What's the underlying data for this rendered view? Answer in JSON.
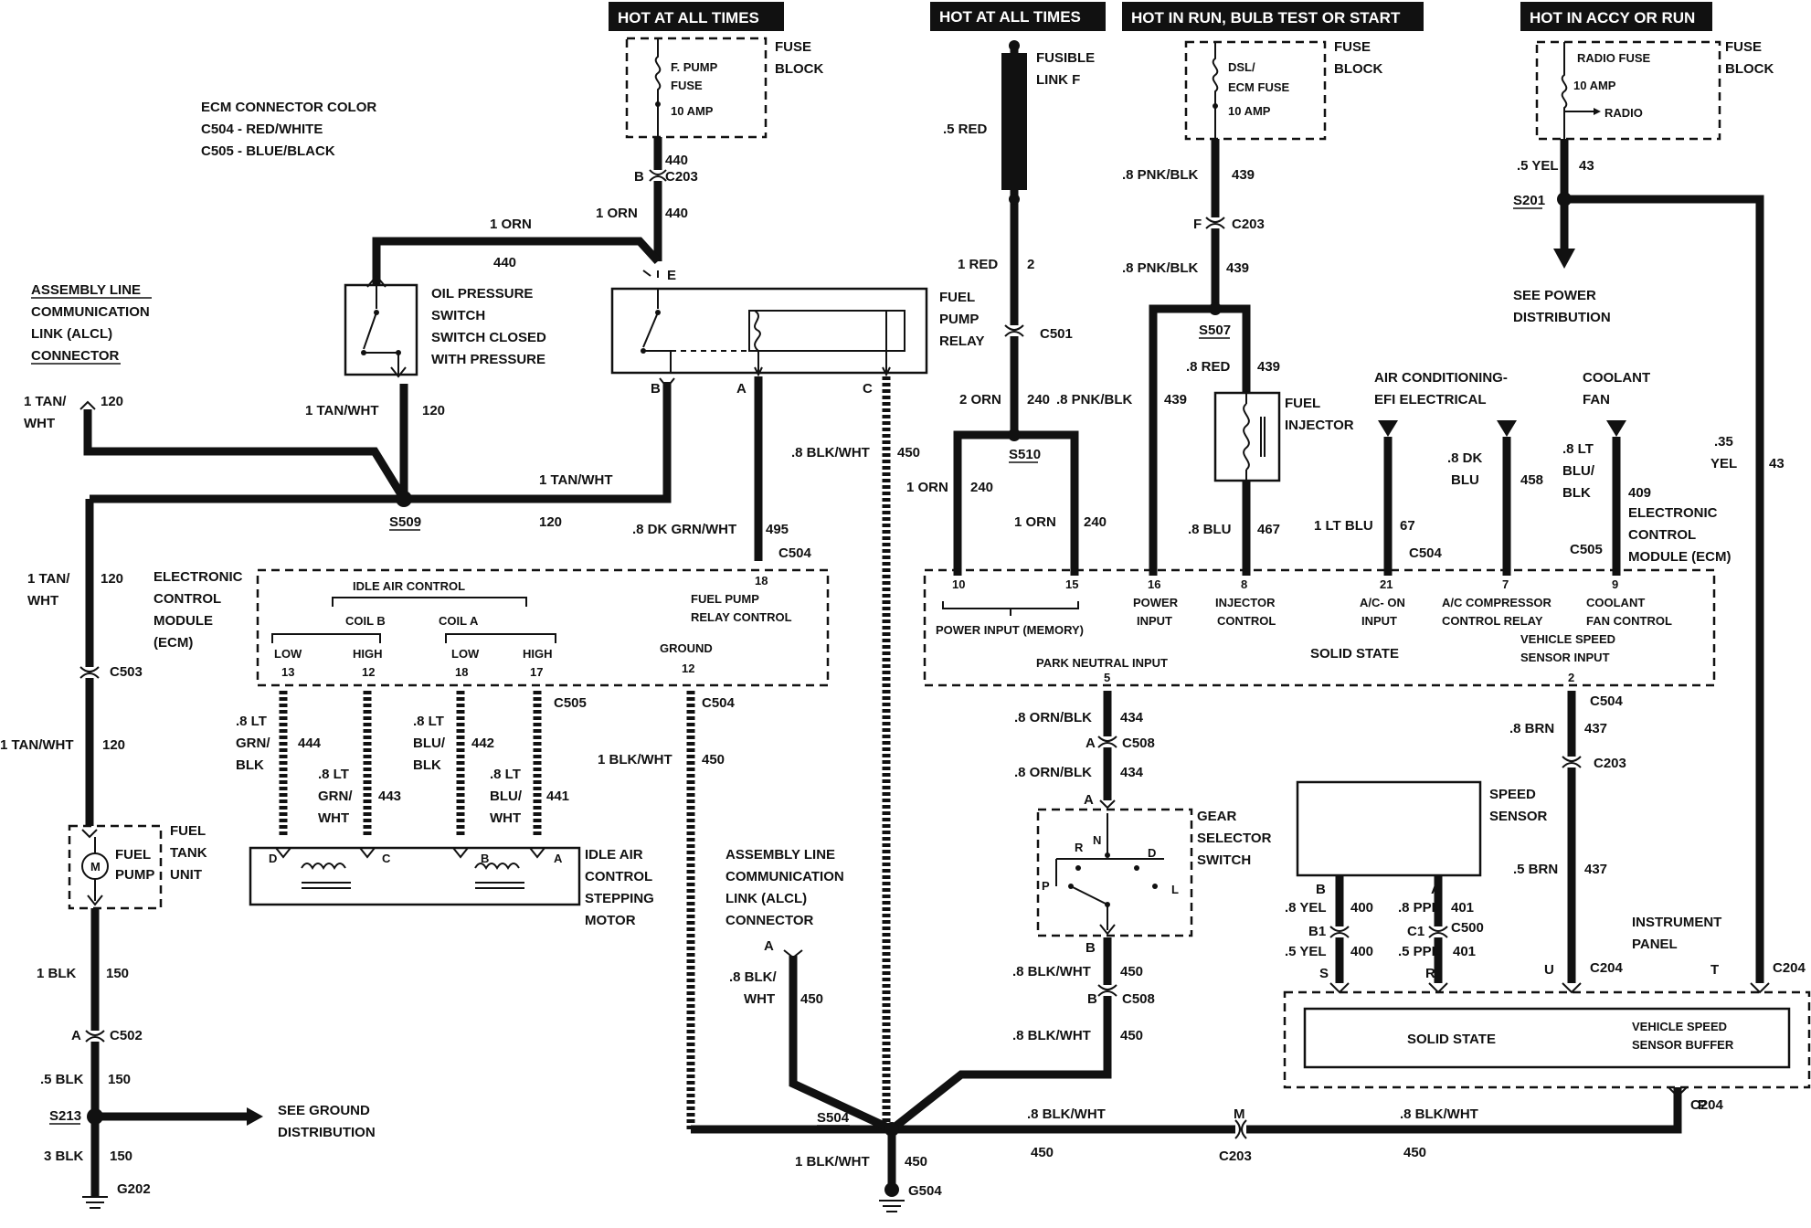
{
  "headers": {
    "hot_all_times": "HOT AT ALL TIMES",
    "hot_all_times_2": "HOT AT ALL TIMES",
    "hot_run_bulb": "HOT IN RUN,  BULB TEST OR START",
    "hot_accy_run": "HOT IN ACCY OR RUN"
  },
  "ecm_color": {
    "title": "ECM CONNECTOR COLOR",
    "c504": "C504 - RED/WHITE",
    "c505": "C505 - BLUE/BLACK"
  },
  "fuse_block": {
    "label1": "FUSE",
    "label2": "BLOCK",
    "fpump_fuse_1": "F. PUMP",
    "fpump_fuse_2": "FUSE",
    "fpump_amp": "10  AMP",
    "dsl_1": "DSL/",
    "dsl_2": "ECM FUSE",
    "dsl_amp": "10 AMP",
    "radio_fuse": "RADIO FUSE",
    "radio_amp": "10 AMP",
    "radio_out": "RADIO"
  },
  "fusible_link": {
    "l1": "FUSIBLE",
    "l2": "LINK F",
    "wire": ".5 RED"
  },
  "components": {
    "alcl_top": [
      "ASSEMBLY LINE",
      "COMMUNICATION",
      "LINK (ALCL)",
      "CONNECTOR"
    ],
    "alcl_bottom": [
      "ASSEMBLY LINE",
      "COMMUNICATION",
      "LINK (ALCL)",
      "CONNECTOR"
    ],
    "oil_pressure": [
      "OIL PRESSURE",
      "SWITCH",
      "SWITCH CLOSED",
      "WITH PRESSURE"
    ],
    "fuel_pump_relay": [
      "FUEL",
      "PUMP",
      "RELAY"
    ],
    "fuel_injector": [
      "FUEL",
      "INJECTOR"
    ],
    "ac_efi": [
      "AIR CONDITIONING-",
      "EFI ELECTRICAL"
    ],
    "coolant_fan": [
      "COOLANT",
      "FAN"
    ],
    "ecm_left": [
      "ELECTRONIC",
      "CONTROL",
      "MODULE",
      "(ECM)"
    ],
    "ecm_right": [
      "ELECTRONIC",
      "CONTROL",
      "MODULE (ECM)"
    ],
    "fuel_tank_unit": [
      "FUEL",
      "TANK",
      "UNIT"
    ],
    "fuel_pump": [
      "FUEL",
      "PUMP"
    ],
    "iac_motor": [
      "IDLE AIR",
      "CONTROL",
      "STEPPING",
      "MOTOR"
    ],
    "gear_selector": [
      "GEAR",
      "SELECTOR",
      "SWITCH"
    ],
    "speed_sensor": [
      "SPEED",
      "SENSOR"
    ],
    "instrument_panel": [
      "INSTRUMENT",
      "PANEL"
    ],
    "see_power": [
      "SEE POWER",
      "DISTRIBUTION"
    ],
    "see_ground": [
      "SEE GROUND",
      "DISTRIBUTION"
    ]
  },
  "ecm_left_box": {
    "iac": "IDLE AIR CONTROL",
    "coil_b": "COIL B",
    "coil_a": "COIL  A",
    "low": "LOW",
    "high": "HIGH",
    "pins": [
      "13",
      "12",
      "18",
      "17"
    ],
    "relay_control": [
      "FUEL PUMP",
      "RELAY CONTROL"
    ],
    "relay_pin": "18",
    "ground": "GROUND",
    "ground_pin": "12"
  },
  "ecm_right_box": {
    "pins": [
      "10",
      "15",
      "16",
      "8",
      "21",
      "7",
      "9"
    ],
    "power_memory": "POWER INPUT (MEMORY)",
    "power_input": [
      "POWER",
      "INPUT"
    ],
    "injector_control": [
      "INJECTOR",
      "CONTROL"
    ],
    "ac_on": [
      "A/C- ON",
      "INPUT"
    ],
    "ac_comp": [
      "A/C COMPRESSOR",
      "CONTROL RELAY"
    ],
    "coolant_fan_ctrl": [
      "COOLANT",
      "FAN CONTROL"
    ],
    "vss": [
      "VEHICLE SPEED",
      "SENSOR INPUT"
    ],
    "park_neutral": "PARK NEUTRAL INPUT",
    "park_pin": "5",
    "vss_pin": "2",
    "solid_state": "SOLID STATE"
  },
  "ipc_box": {
    "solid_state": "SOLID STATE",
    "vsb": [
      "VEHICLE SPEED",
      "SENSOR BUFFER"
    ]
  },
  "connectors": {
    "c203": "C203",
    "c501": "C501",
    "c502": "C502",
    "c503": "C503",
    "c504": "C504",
    "c505": "C505",
    "c508": "C508",
    "c500": "C500",
    "c204": "C204"
  },
  "splices": {
    "s509": "S509",
    "s510": "S510",
    "s507": "S507",
    "s201": "S201",
    "s213": "S213",
    "s504": "S504"
  },
  "grounds": {
    "g202": "G202",
    "g504": "G504"
  },
  "wires": {
    "w440a": "440",
    "w1orn": "1 ORN",
    "w440": "440",
    "w1orn_top": "1 ORN",
    "w440_top": "440",
    "w1tanwht_a": "1 TAN/",
    "w1tanwht_b": "WHT",
    "w120": "120",
    "w1tanwht": "1 TAN/WHT",
    "w120b": "120",
    "w1tanwht2": "1 TAN/WHT",
    "w120c": "120",
    "w1tan3a": "1 TAN/",
    "w1tan3b": "WHT",
    "w120d": "120",
    "w1tan4": "1 TAN/WHT",
    "w120e": "120",
    "w8dkgrn": ".8 DK GRN/WHT",
    "w495": "495",
    "w8blkwht": ".8 BLK/WHT",
    "w450": "450",
    "w1blkwht": "1 BLK/WHT",
    "w450b": "450",
    "w1red": "1 RED",
    "w2": "2",
    "w2orn": "2 ORN",
    "w240": "240",
    "w8pnkblk": ".8 PNK/BLK",
    "w439": "439",
    "w1orn_l": "1 ORN",
    "w240_l": "240",
    "w1orn_r": "1 ORN",
    "w240_r": "240",
    "w8pnk_top": ".8 PNK/BLK",
    "w439_top": "439",
    "w8pnk_mid": ".8 PNK/BLK",
    "w439_mid": "439",
    "w8red": ".8 RED",
    "w439_inj": "439",
    "w8blu": ".8 BLU",
    "w467": "467",
    "w1ltblu": "1 LT BLU",
    "w67": "67",
    "w8dkblu_a": ".8 DK",
    "w8dkblu_b": "BLU",
    "w458": "458",
    "w8ltblu_a": ".8 LT",
    "w8ltblu_b": "BLU/",
    "w8ltblu_c": "BLK",
    "w409": "409",
    "w5yel": ".5 YEL",
    "w43": "43",
    "w35yel_a": ".35",
    "w35yel_b": "YEL",
    "w43b": "43",
    "w8orn_a": ".8 ORN/BLK",
    "w434a": "434",
    "w8orn_b": ".8 ORN/BLK",
    "w434b": "434",
    "w8blk_g1": ".8 BLK/WHT",
    "w450_g1": "450",
    "w8blk_g2": ".8 BLK/WHT",
    "w450_g2": "450",
    "w8brn": ".8 BRN",
    "w437": "437",
    "w5brn": ".5 BRN",
    "w437b": "437",
    "w8yel": ".8 YEL",
    "w400": "400",
    "w5yel_b": ".5 YEL",
    "w400b": "400",
    "w8ppl": ".8 PPL",
    "w401": "401",
    "w5ppl": ".5 PPL",
    "w401b": "401",
    "w1blk": "1 BLK",
    "w150": "150",
    "w5blk": ".5 BLK",
    "w150b": "150",
    "w3blk": "3 BLK",
    "w150c": "150",
    "iac_w1a": ".8 LT",
    "iac_w1b": "GRN/",
    "iac_w1c": "BLK",
    "iac_w444": "444",
    "iac_w2a": ".8 LT",
    "iac_w2b": "GRN/",
    "iac_w2c": "WHT",
    "iac_w443": "443",
    "iac_w3a": ".8 LT",
    "iac_w3b": "BLU/",
    "iac_w3c": "BLK",
    "iac_w442": "442",
    "iac_w4a": ".8 LT",
    "iac_w4b": "BLU/",
    "iac_w4c": "WHT",
    "iac_w441": "441",
    "alcl_w_a": ".8 BLK/",
    "alcl_w_b": "WHT",
    "alcl_w450": "450",
    "bot_8blk_1": ".8 BLK/WHT",
    "bot_450_1": "450",
    "bot_8blk_2": ".8 BLK/WHT",
    "bot_450_2": "450",
    "bot_1blk": "1 BLK/WHT",
    "bot_450_3": "450"
  },
  "terminals": {
    "b": "B",
    "e": "E",
    "a": "A",
    "c": "C",
    "f": "F",
    "d": "D",
    "b1": "B1",
    "c1": "C1",
    "s": "S",
    "r": "R",
    "u": "U",
    "t": "T",
    "p": "P",
    "m": "M",
    "gear_r": "R",
    "gear_n": "N",
    "gear_p": "P",
    "gear_d": "D",
    "gear_l": "L",
    "motor_m": "M"
  }
}
